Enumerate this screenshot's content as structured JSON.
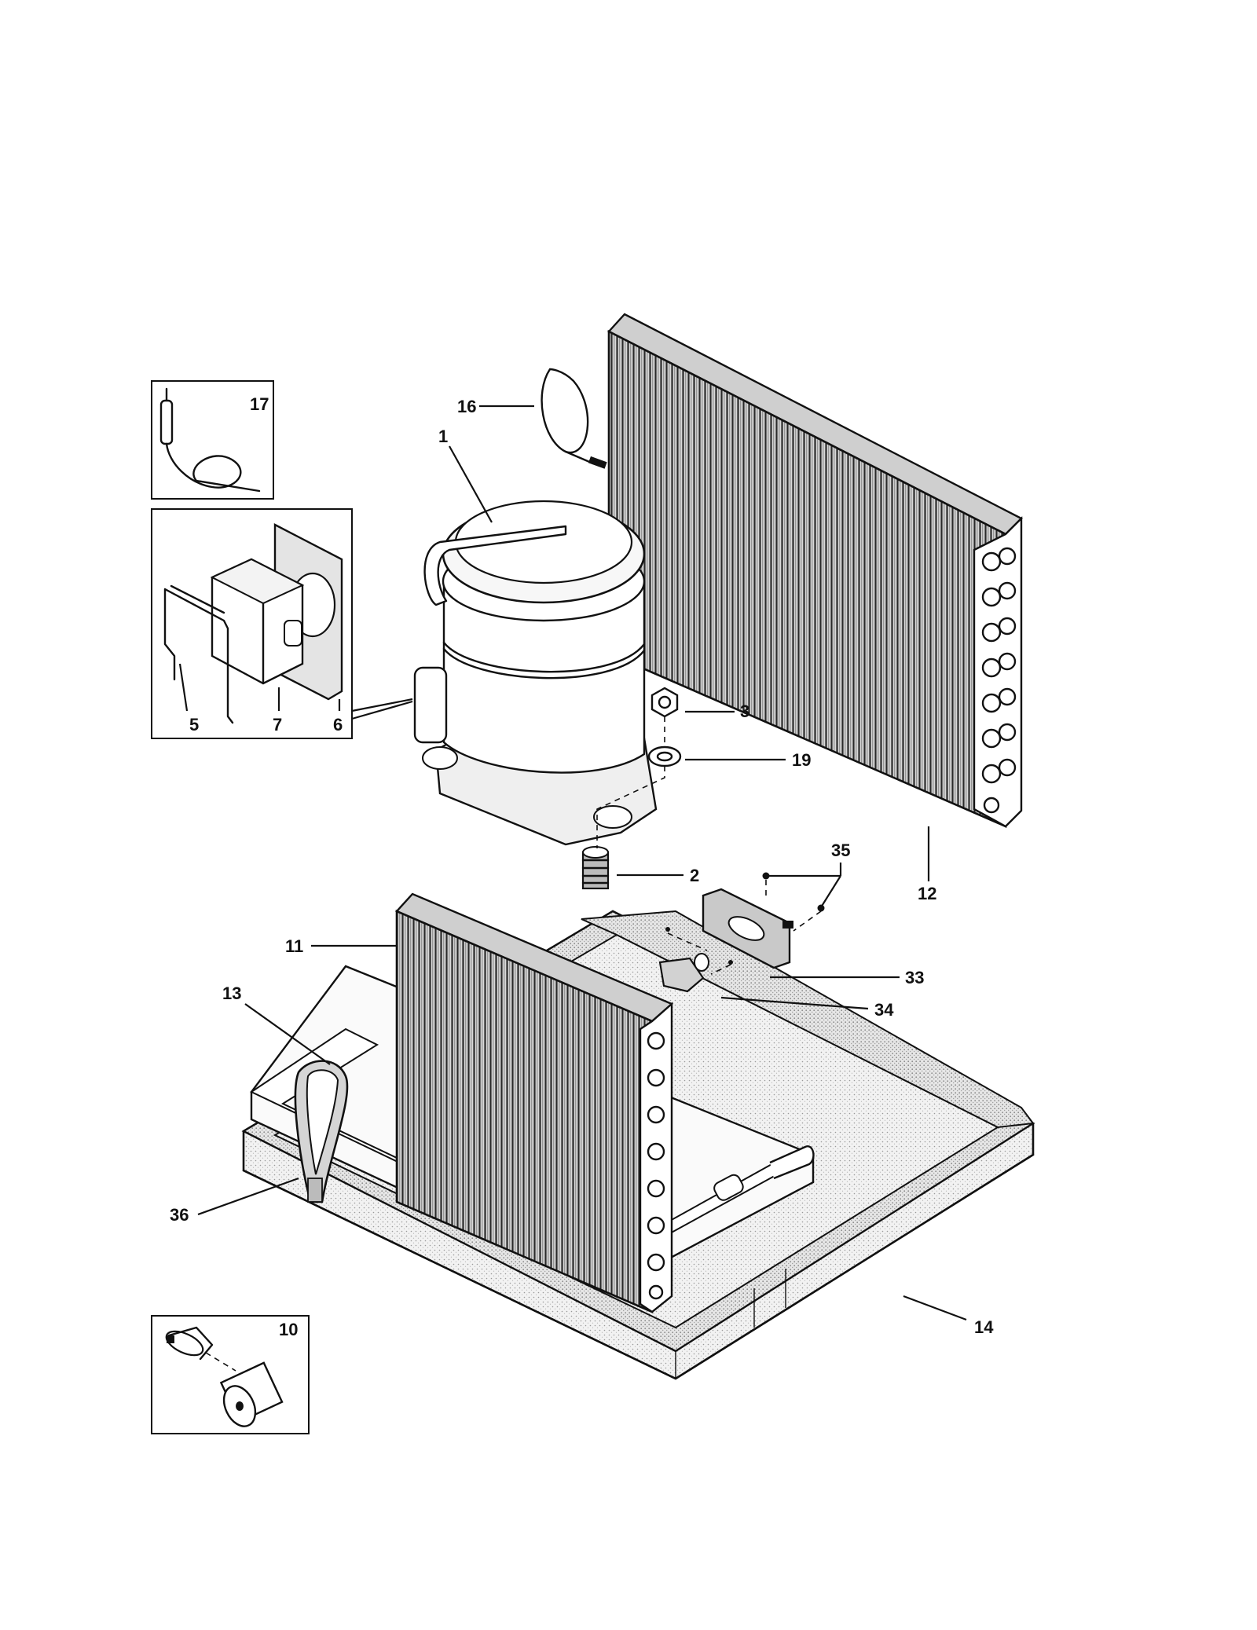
{
  "callouts": [
    {
      "id": "c1",
      "text": "1"
    },
    {
      "id": "c2",
      "text": "2"
    },
    {
      "id": "c3",
      "text": "3"
    },
    {
      "id": "c5",
      "text": "5"
    },
    {
      "id": "c6",
      "text": "6"
    },
    {
      "id": "c7",
      "text": "7"
    },
    {
      "id": "c10",
      "text": "10"
    },
    {
      "id": "c11",
      "text": "11"
    },
    {
      "id": "c12",
      "text": "12"
    },
    {
      "id": "c13",
      "text": "13"
    },
    {
      "id": "c14",
      "text": "14"
    },
    {
      "id": "c16",
      "text": "16"
    },
    {
      "id": "c17",
      "text": "17"
    },
    {
      "id": "c19",
      "text": "19"
    },
    {
      "id": "c33",
      "text": "33"
    },
    {
      "id": "c34",
      "text": "34"
    },
    {
      "id": "c35",
      "text": "35"
    },
    {
      "id": "c36",
      "text": "36"
    }
  ]
}
